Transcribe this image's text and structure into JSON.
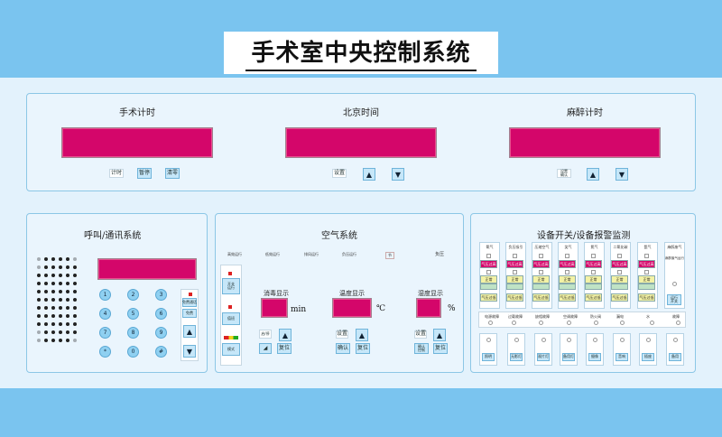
{
  "header": {
    "title": "手术室中央控制系统"
  },
  "timers": {
    "surgery": {
      "title": "手术计时",
      "btn_timing": "计时",
      "btn_pause": "暂停",
      "btn_clear": "清零"
    },
    "beijing": {
      "title": "北京时间",
      "btn_set": "设置"
    },
    "anesthesia": {
      "title": "麻醉计时",
      "btn_set": "设置\n确认"
    }
  },
  "call": {
    "title": "呼叫/通讯系统",
    "keys": [
      "1",
      "2",
      "3",
      "4",
      "5",
      "6",
      "7",
      "8",
      "9",
      "*",
      "0",
      "#"
    ],
    "btn_receive": "免费通话",
    "btn_cancel": "免费"
  },
  "air": {
    "title": "空气系统",
    "status_labels": [
      "高效运行",
      "低效运行",
      "排风运行",
      "负压运行",
      "节",
      "负压"
    ],
    "side_buttons": [
      "开关\n运行",
      "值班",
      "模式"
    ],
    "disinfect": {
      "title": "消毒显示",
      "unit": "min",
      "btn_clear": "复位",
      "btn_set": "启/停"
    },
    "temp": {
      "title": "温度显示",
      "unit": "℃",
      "btn_confirm": "确认",
      "btn_reset": "复位",
      "btn_set": "设置"
    },
    "humid": {
      "title": "湿度显示",
      "unit": "%",
      "btn_set": "设置",
      "btn_confirm": "确认\n控制",
      "btn_reset": "复位"
    }
  },
  "devices": {
    "title": "设备开关/设备报警监测",
    "columns": [
      {
        "name": "氧气",
        "c1": "气压过高",
        "c2": "正常",
        "c3": "气压过低"
      },
      {
        "name": "负压吸引",
        "c1": "气压过高",
        "c2": "正常",
        "c3": "气压过低"
      },
      {
        "name": "压缩空气",
        "c1": "气压过高",
        "c2": "正常",
        "c3": "气压过低"
      },
      {
        "name": "笑气",
        "c1": "气压过高",
        "c2": "正常",
        "c3": "气压过低"
      },
      {
        "name": "氮气",
        "c1": "气压过高",
        "c2": "正常",
        "c3": "气压过低"
      },
      {
        "name": "二氧化碳",
        "c1": "气压过高",
        "c2": "正常",
        "c3": "气压过低"
      },
      {
        "name": "氩气",
        "c1": "气压过高",
        "c2": "正常",
        "c3": "气压过低"
      },
      {
        "name": "麻醉废气",
        "c1": "麻醉废气运行",
        "c2": "",
        "c3": ""
      }
    ],
    "anesthesia_btn": "运行\n开关",
    "alarms": [
      "电源故障",
      "过载故障",
      "缺相故障",
      "空调故障",
      "防火阀",
      "漏电",
      "水",
      "故障"
    ],
    "switches": [
      "照明",
      "无影灯",
      "观片灯",
      "备用灯",
      "摄像",
      "音响",
      "插座",
      "备用"
    ]
  }
}
